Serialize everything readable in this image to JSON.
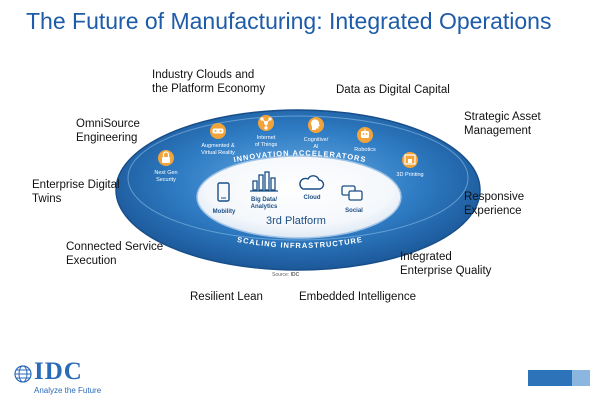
{
  "title": "The Future of Manufacturing:  Integrated Operations",
  "diagram": {
    "outer_labels": [
      {
        "id": "industry-clouds",
        "text": "Industry Clouds and the Platform Economy"
      },
      {
        "id": "data-capital",
        "text": "Data as Digital Capital"
      },
      {
        "id": "omnisource",
        "text": "OmniSource Engineering"
      },
      {
        "id": "strategic-asset",
        "text": "Strategic Asset Management"
      },
      {
        "id": "digital-twins",
        "text": "Enterprise Digital Twins"
      },
      {
        "id": "responsive",
        "text": "Responsive Experience"
      },
      {
        "id": "connected-service",
        "text": "Connected Service Execution"
      },
      {
        "id": "integrated-quality",
        "text": "Integrated Enterprise Quality"
      },
      {
        "id": "resilient-lean",
        "text": "Resilient Lean"
      },
      {
        "id": "embedded-intel",
        "text": "Embedded Intelligence"
      }
    ],
    "ring_top_label": "INNOVATION ACCELERATORS",
    "ring_bottom_label": "SCALING INFRASTRUCTURE",
    "accelerators": [
      {
        "label1": "Next Gen",
        "label2": "Security",
        "icon": "lock-icon"
      },
      {
        "label1": "Augmented &",
        "label2": "Virtual Reality",
        "icon": "vr-headset-icon"
      },
      {
        "label1": "Internet",
        "label2": "of Things",
        "icon": "network-icon"
      },
      {
        "label1": "Cognitive/",
        "label2": "AI",
        "icon": "brain-head-icon"
      },
      {
        "label1": "Robotics",
        "label2": "",
        "icon": "robot-icon"
      },
      {
        "label1": "3D Printing",
        "label2": "",
        "icon": "3d-printer-icon"
      }
    ],
    "platform": {
      "center_label": "3rd Platform",
      "items": [
        {
          "label1": "Mobility",
          "label2": "",
          "icon": "mobile-phone-icon"
        },
        {
          "label1": "Big Data/",
          "label2": "Analytics",
          "icon": "bar-chart-icon"
        },
        {
          "label1": "Cloud",
          "label2": "",
          "icon": "cloud-icon"
        },
        {
          "label1": "Social",
          "label2": "",
          "icon": "chat-bubbles-icon"
        }
      ]
    },
    "source_prefix": "Source: ",
    "source_name": "IDC"
  },
  "footer": {
    "logo_text": "IDC",
    "tagline": "Analyze the Future"
  },
  "colors": {
    "title": "#1e5ba8",
    "ring_dark": "#1b5a9a",
    "ring_mid": "#2f7cc4",
    "ring_light": "#5ea0da",
    "accent_orange": "#f2a43a",
    "inner_fill": "#ffffff",
    "inner_text": "#1b4f86"
  }
}
